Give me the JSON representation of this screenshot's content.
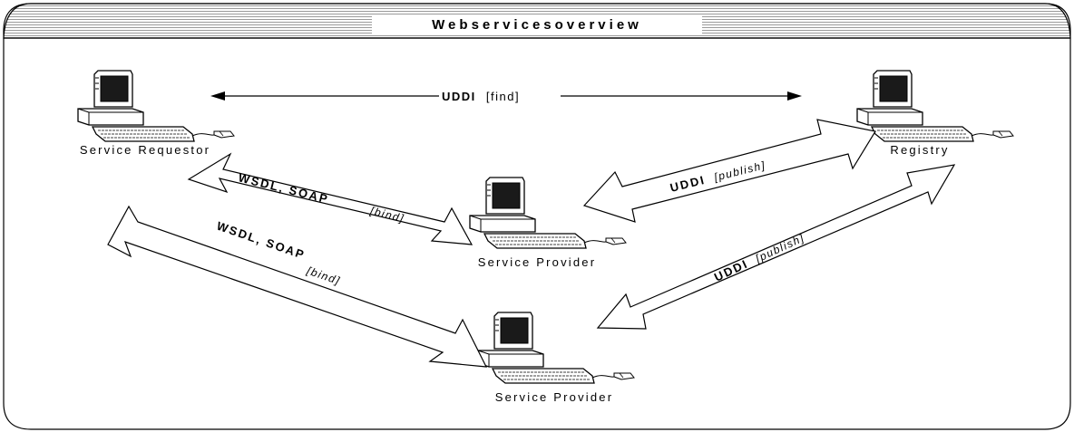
{
  "title": "Webservicesoverview",
  "nodes": {
    "requestor": "Service Requestor",
    "registry": "Registry",
    "provider_top": "Service Provider",
    "provider_bottom": "Service Provider"
  },
  "connections": {
    "find": {
      "protocol": "UDDI",
      "action": "[find]"
    },
    "bind_top": {
      "protocol": "WSDL, SOAP",
      "action": "[bind]"
    },
    "bind_bottom": {
      "protocol": "WSDL, SOAP",
      "action": "[bind]"
    },
    "publish_top": {
      "protocol": "UDDI",
      "action": "[publish]"
    },
    "publish_bottom": {
      "protocol": "UDDI",
      "action": "[publish]"
    }
  }
}
